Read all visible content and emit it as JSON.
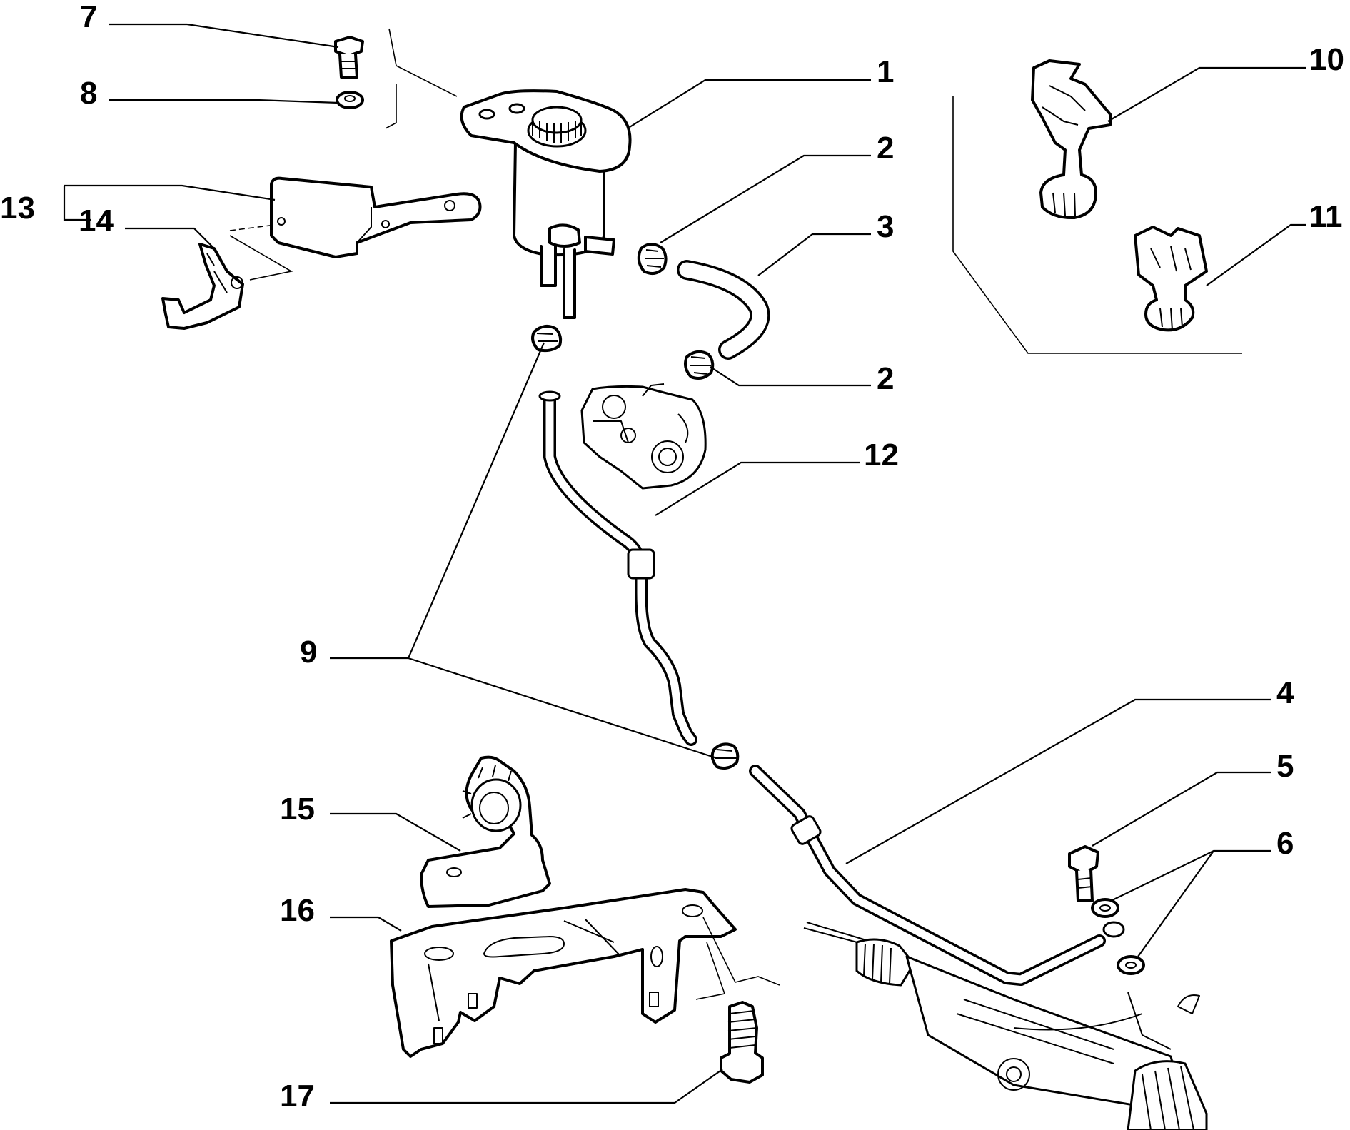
{
  "diagram": {
    "callouts": [
      {
        "id": "c1",
        "label": "1"
      },
      {
        "id": "c2a",
        "label": "2"
      },
      {
        "id": "c2b",
        "label": "2"
      },
      {
        "id": "c3",
        "label": "3"
      },
      {
        "id": "c4",
        "label": "4"
      },
      {
        "id": "c5",
        "label": "5"
      },
      {
        "id": "c6",
        "label": "6"
      },
      {
        "id": "c7",
        "label": "7"
      },
      {
        "id": "c8",
        "label": "8"
      },
      {
        "id": "c9",
        "label": "9"
      },
      {
        "id": "c10",
        "label": "10"
      },
      {
        "id": "c11",
        "label": "11"
      },
      {
        "id": "c12",
        "label": "12"
      },
      {
        "id": "c13",
        "label": "13"
      },
      {
        "id": "c14",
        "label": "14"
      },
      {
        "id": "c15",
        "label": "15"
      },
      {
        "id": "c16",
        "label": "16"
      },
      {
        "id": "c17",
        "label": "17"
      }
    ]
  }
}
